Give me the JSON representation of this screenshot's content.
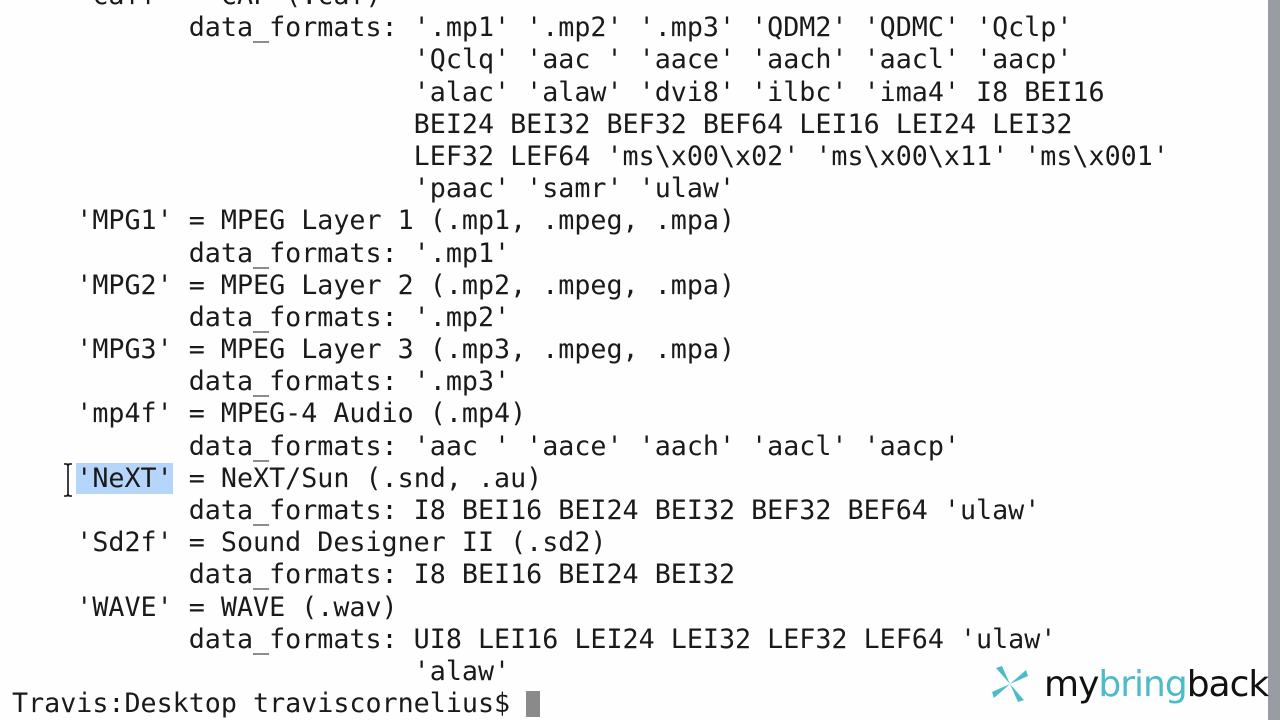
{
  "terminal": {
    "lines": [
      "    'caff' = CAF (.caf)",
      "           data_formats: '.mp1' '.mp2' '.mp3' 'QDM2' 'QDMC' 'Qclp'",
      "                         'Qclq' 'aac ' 'aace' 'aach' 'aacl' 'aacp'",
      "                         'alac' 'alaw' 'dvi8' 'ilbc' 'ima4' I8 BEI16",
      "                         BEI24 BEI32 BEF32 BEF64 LEI16 LEI24 LEI32",
      "                         LEF32 LEF64 'ms\\x00\\x02' 'ms\\x00\\x11' 'ms\\x001'",
      "                         'paac' 'samr' 'ulaw'",
      "    'MPG1' = MPEG Layer 1 (.mp1, .mpeg, .mpa)",
      "           data_formats: '.mp1'",
      "    'MPG2' = MPEG Layer 2 (.mp2, .mpeg, .mpa)",
      "           data_formats: '.mp2'",
      "    'MPG3' = MPEG Layer 3 (.mp3, .mpeg, .mpa)",
      "           data_formats: '.mp3'",
      "    'mp4f' = MPEG-4 Audio (.mp4)",
      "           data_formats: 'aac ' 'aace' 'aach' 'aacl' 'aacp'",
      null,
      "           data_formats: I8 BEI16 BEI24 BEI32 BEF32 BEF64 'ulaw'",
      "    'Sd2f' = Sound Designer II (.sd2)",
      "           data_formats: I8 BEI16 BEI24 BEI32",
      "    'WAVE' = WAVE (.wav)",
      "           data_formats: UI8 LEI16 LEI24 LEI32 LEF32 LEF64 'ulaw'",
      "                         'alaw'"
    ],
    "selected_line": {
      "indent": "    ",
      "selected_text": "'NeXT'",
      "rest": " = NeXT/Sun (.snd, .au)"
    },
    "prompt": "Travis:Desktop traviscornelius$ "
  },
  "watermark": {
    "part1": "my",
    "part2": "bring",
    "part3": "back",
    "accent_color": "#4cbcc8"
  }
}
